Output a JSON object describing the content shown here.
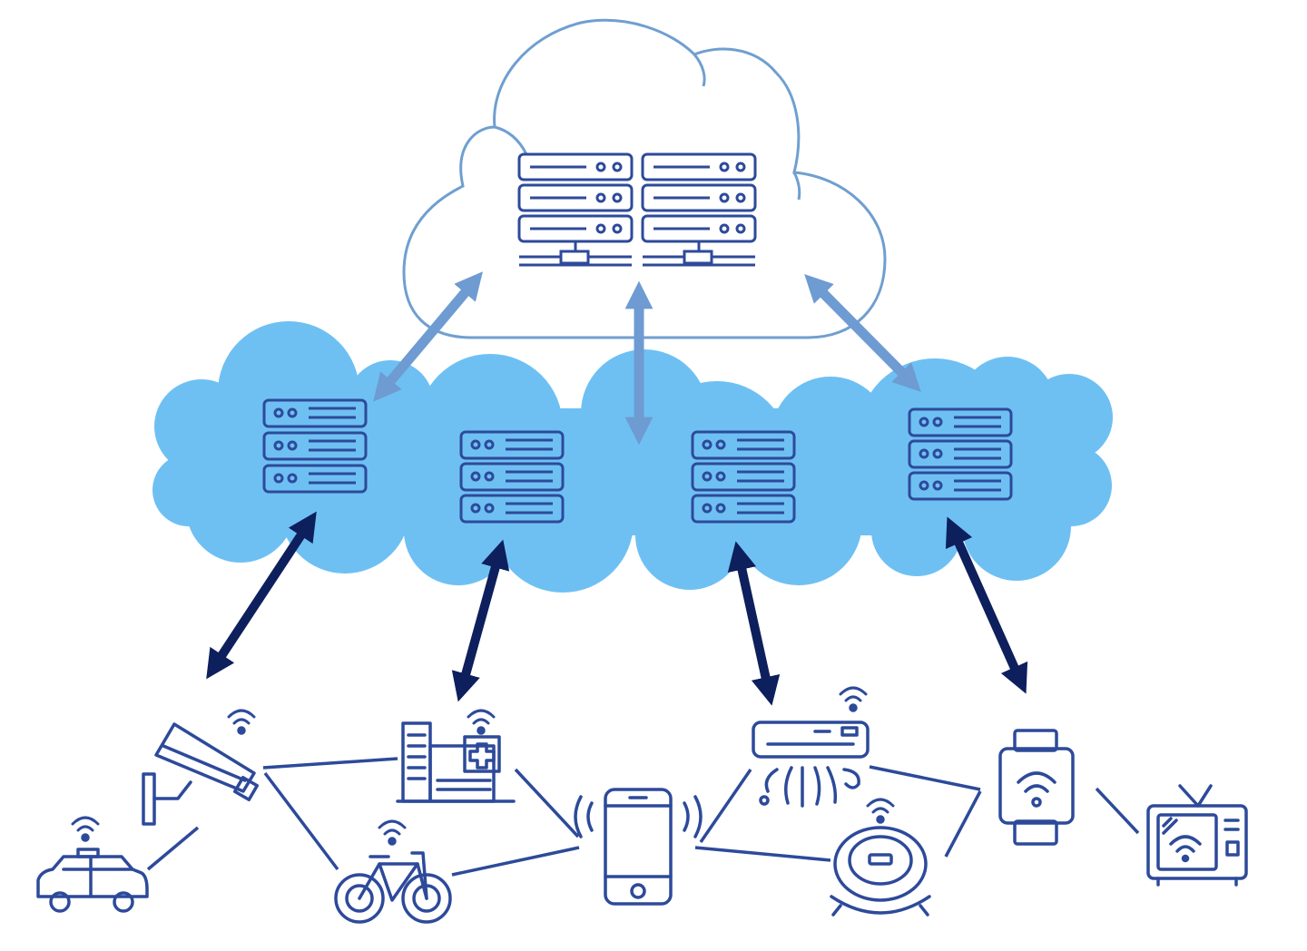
{
  "colors": {
    "background": "#ffffff",
    "cloud_outline": "#6f9fd0",
    "fog_cloud_fill": "#6ec0f3",
    "icon_stroke": "#2d4a9a",
    "light_arrow": "#6e9bd2",
    "dark_arrow": "#0d1f5c",
    "link_line": "#2d4a9a"
  },
  "layers": {
    "cloud": {
      "name": "cloud-layer",
      "icon": "server-rack-icon",
      "rack_count": 2
    },
    "fog": {
      "name": "fog-layer",
      "icon": "server-stack-icon",
      "node_count": 4
    },
    "edge": {
      "name": "device-layer",
      "devices": [
        {
          "icon": "security-camera-icon"
        },
        {
          "icon": "taxi-icon"
        },
        {
          "icon": "hospital-building-icon"
        },
        {
          "icon": "bicycle-icon"
        },
        {
          "icon": "smartphone-icon"
        },
        {
          "icon": "air-conditioner-icon"
        },
        {
          "icon": "robot-vacuum-icon"
        },
        {
          "icon": "smartwatch-icon"
        },
        {
          "icon": "smart-tv-icon"
        }
      ]
    }
  }
}
